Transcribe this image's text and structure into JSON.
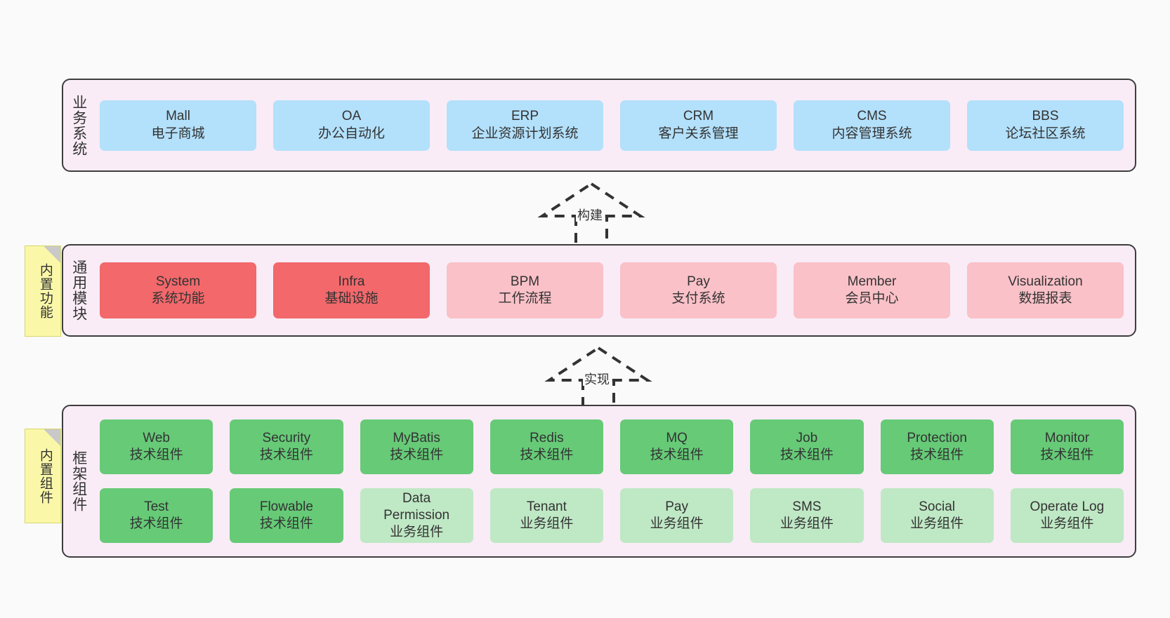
{
  "diagram": {
    "background_color": "#fafafa",
    "band_background": "#f9ecf6",
    "band_border": "#3d3d3d",
    "note_color": "#faf8a8",
    "colors": {
      "business": "#b3e0fb",
      "module_active": "#f2686b",
      "module_planned": "#fac1c8",
      "tech_component": "#66ca77",
      "business_component": "#bfe8c5"
    }
  },
  "layers": {
    "business": {
      "label": "业务系统",
      "cards": [
        {
          "title": "Mall",
          "subtitle": "电子商城"
        },
        {
          "title": "OA",
          "subtitle": "办公自动化"
        },
        {
          "title": "ERP",
          "subtitle": "企业资源计划系统"
        },
        {
          "title": "CRM",
          "subtitle": "客户关系管理"
        },
        {
          "title": "CMS",
          "subtitle": "内容管理系统"
        },
        {
          "title": "BBS",
          "subtitle": "论坛社区系统"
        }
      ]
    },
    "modules": {
      "label": "通用模块",
      "note": "内置功能",
      "cards": [
        {
          "title": "System",
          "subtitle": "系统功能"
        },
        {
          "title": "Infra",
          "subtitle": "基础设施"
        },
        {
          "title": "BPM",
          "subtitle": "工作流程"
        },
        {
          "title": "Pay",
          "subtitle": "支付系统"
        },
        {
          "title": "Member",
          "subtitle": "会员中心"
        },
        {
          "title": "Visualization",
          "subtitle": "数据报表"
        }
      ]
    },
    "framework": {
      "label": "框架组件",
      "note": "内置组件",
      "row1": [
        {
          "title": "Web",
          "subtitle": "技术组件"
        },
        {
          "title": "Security",
          "subtitle": "技术组件"
        },
        {
          "title": "MyBatis",
          "subtitle": "技术组件"
        },
        {
          "title": "Redis",
          "subtitle": "技术组件"
        },
        {
          "title": "MQ",
          "subtitle": "技术组件"
        },
        {
          "title": "Job",
          "subtitle": "技术组件"
        },
        {
          "title": "Protection",
          "subtitle": "技术组件"
        },
        {
          "title": "Monitor",
          "subtitle": "技术组件"
        }
      ],
      "row2": [
        {
          "title": "Test",
          "subtitle": "技术组件"
        },
        {
          "title": "Flowable",
          "subtitle": "技术组件"
        },
        {
          "title": "Data",
          "title2": "Permission",
          "subtitle": "业务组件"
        },
        {
          "title": "Tenant",
          "subtitle": "业务组件"
        },
        {
          "title": "Pay",
          "subtitle": "业务组件"
        },
        {
          "title": "SMS",
          "subtitle": "业务组件"
        },
        {
          "title": "Social",
          "subtitle": "业务组件"
        },
        {
          "title": "Operate Log",
          "subtitle": "业务组件"
        }
      ]
    }
  },
  "connectors": {
    "build": {
      "label": "构建"
    },
    "implement": {
      "label": "实现"
    }
  }
}
